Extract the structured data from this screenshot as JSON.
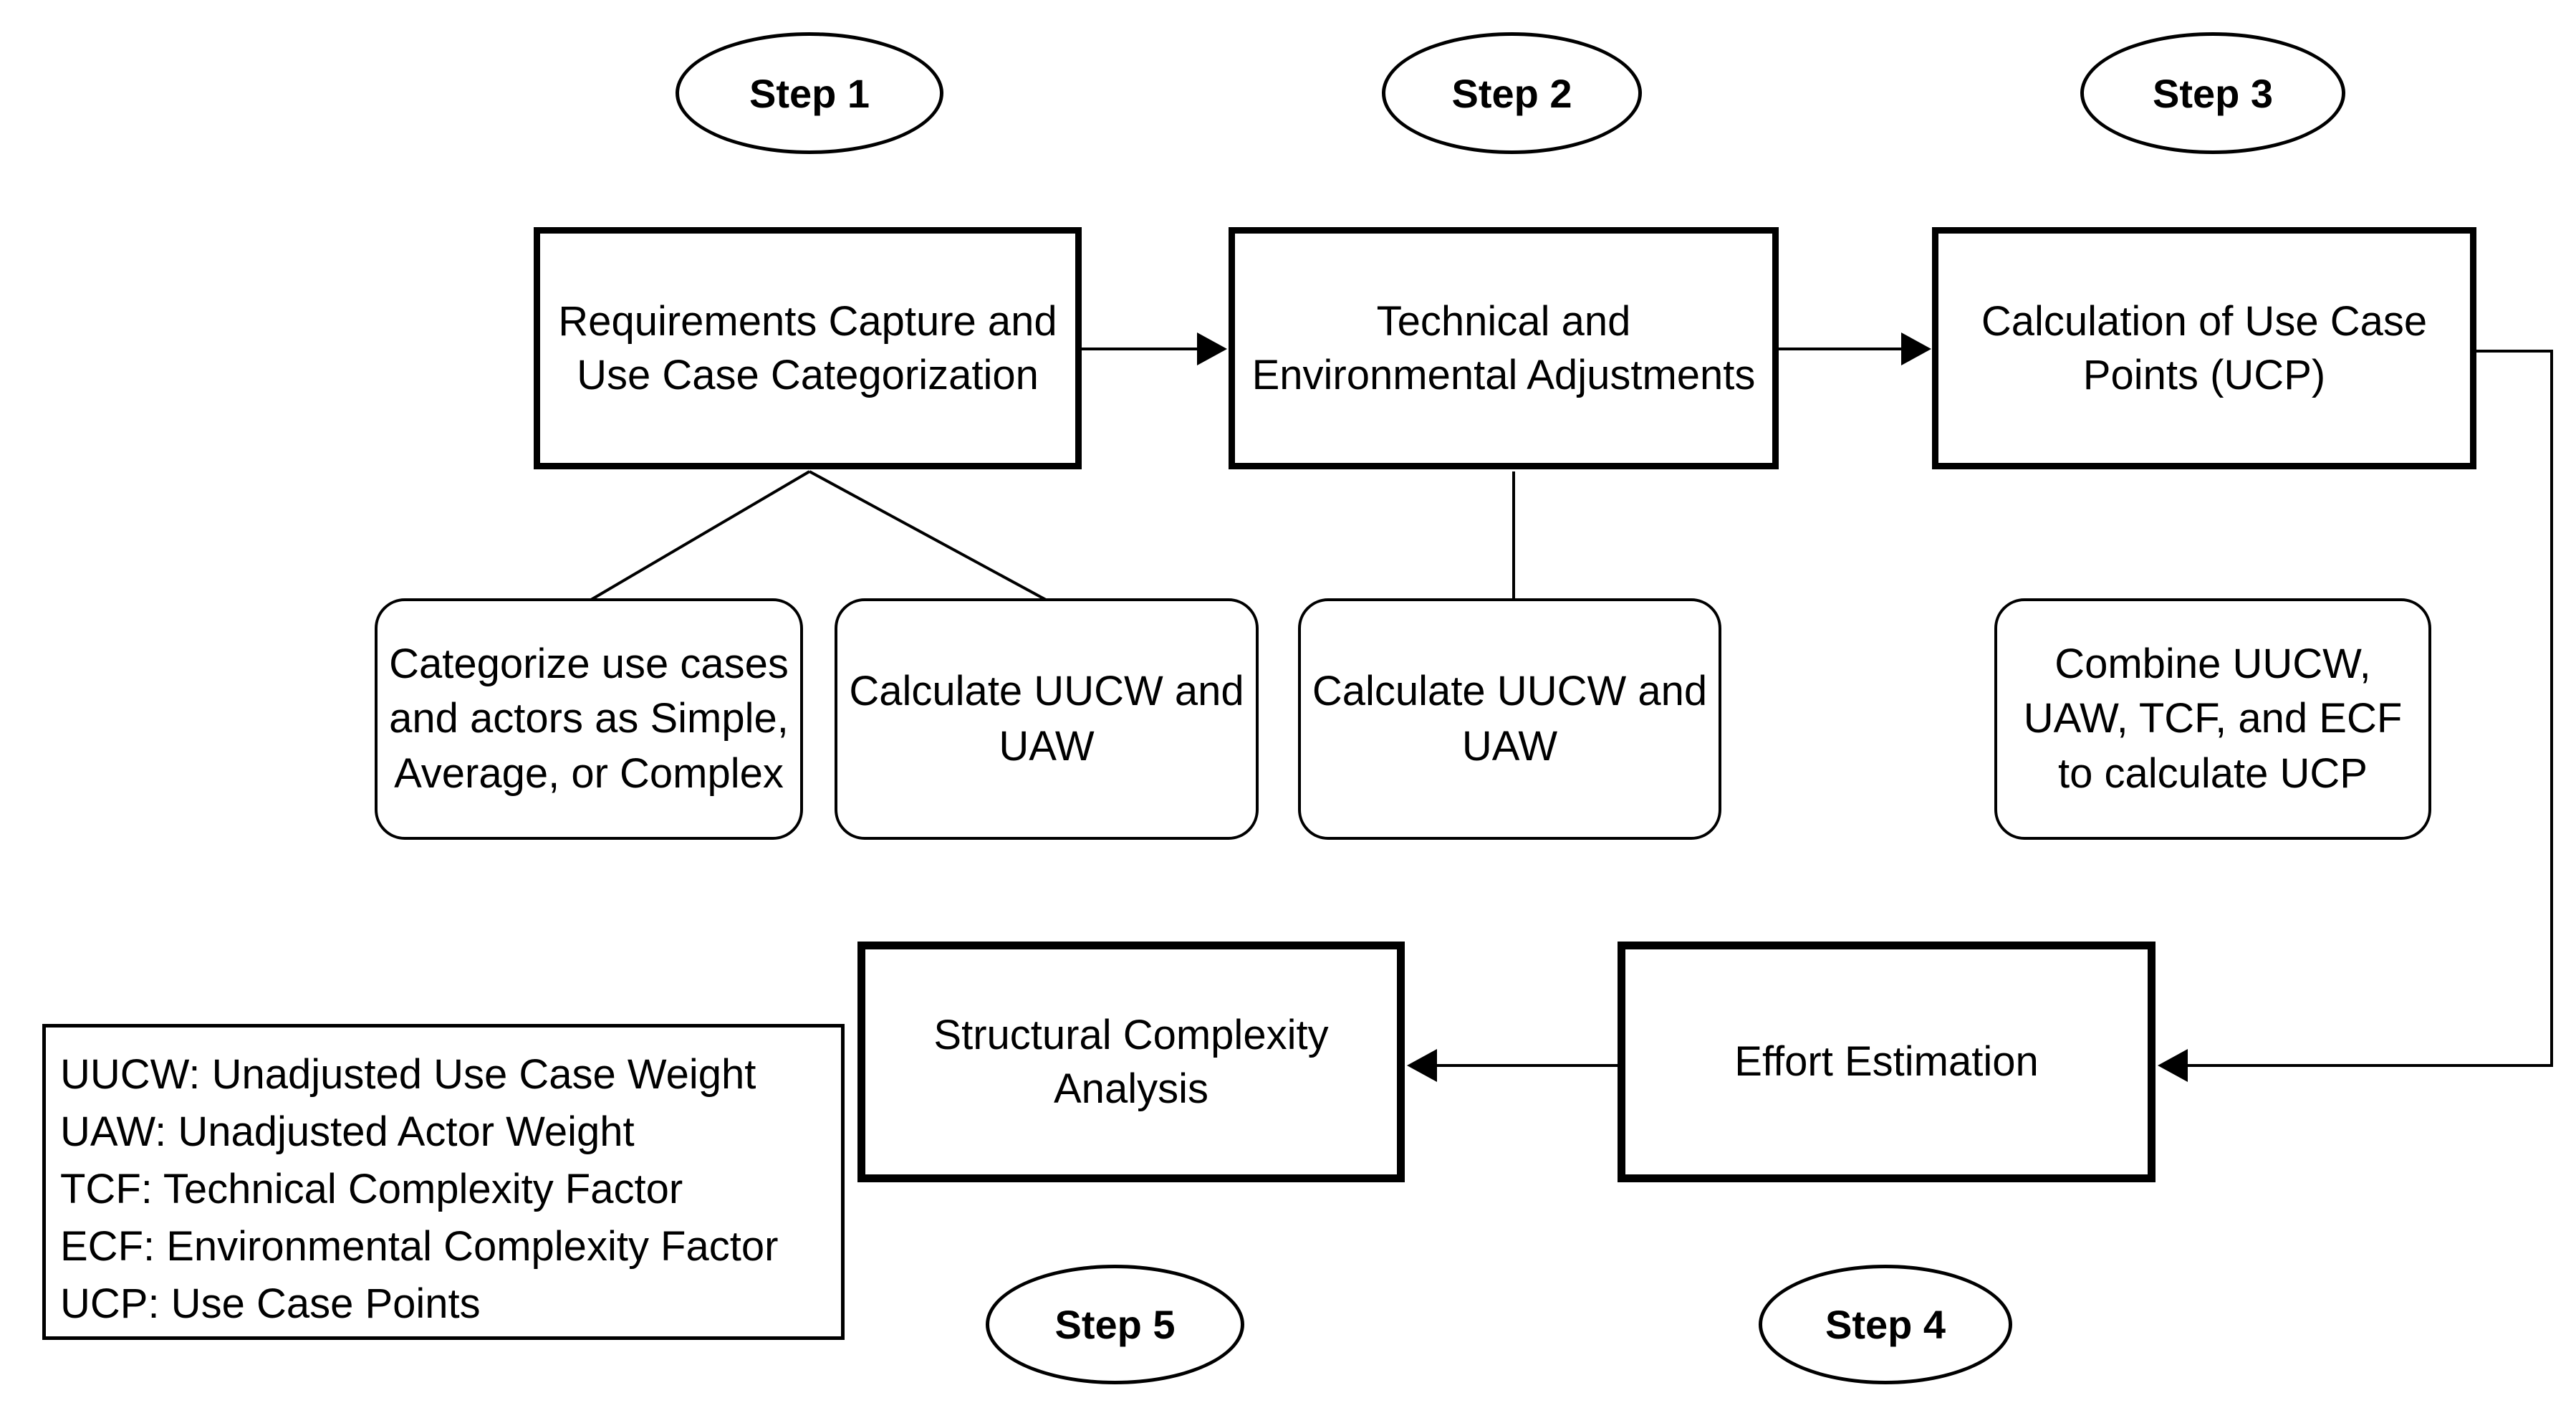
{
  "diagram_title": "",
  "colors": {
    "ink": "#000000",
    "background": "#ffffff"
  },
  "steps": [
    {
      "label": "Step 1"
    },
    {
      "label": "Step 2"
    },
    {
      "label": "Step 3"
    },
    {
      "label": "Step 4"
    },
    {
      "label": "Step 5"
    }
  ],
  "nodes": {
    "requirements": {
      "lines": [
        "Requirements Capture and",
        "Use Case Categorization"
      ]
    },
    "technical": {
      "lines": [
        "Technical and",
        "Environmental Adjustments"
      ]
    },
    "ucp_calculation": {
      "lines": [
        "Calculation of Use Case",
        "Points (UCP)"
      ]
    },
    "categorize": {
      "lines": [
        "Categorize use cases",
        "and actors as Simple,",
        "Average, or Complex"
      ]
    },
    "calc_uucw_1": {
      "lines": [
        "Calculate UUCW and",
        "UAW"
      ]
    },
    "calc_uucw_2": {
      "lines": [
        "Calculate UUCW and",
        "UAW"
      ]
    },
    "combine": {
      "lines": [
        "Combine UUCW,",
        "UAW, TCF, and ECF",
        "to calculate UCP"
      ]
    },
    "structural": {
      "lines": [
        "Structural Complexity",
        "Analysis"
      ]
    },
    "effort": {
      "lines": [
        "Effort Estimation"
      ]
    }
  },
  "legend": {
    "lines": [
      "UUCW: Unadjusted Use Case Weight",
      "UAW: Unadjusted Actor Weight",
      "TCF: Technical Complexity Factor",
      "ECF: Environmental Complexity Factor",
      "UCP: Use Case Points"
    ]
  },
  "edges": [
    {
      "from": "requirements-capture-box",
      "to": "technical-adjustments-box",
      "style": "arrow"
    },
    {
      "from": "technical-adjustments-box",
      "to": "ucp-calculation-box",
      "style": "arrow"
    },
    {
      "from": "ucp-calculation-box",
      "to": "effort-estimation-box",
      "style": "arrow-routed-right"
    },
    {
      "from": "effort-estimation-box",
      "to": "structural-complexity-box",
      "style": "arrow"
    },
    {
      "from": "requirements-capture-box",
      "to": "categorize-use-cases-box",
      "style": "line"
    },
    {
      "from": "requirements-capture-box",
      "to": "calculate-uucw-uaw-box-1",
      "style": "line"
    },
    {
      "from": "technical-adjustments-box",
      "to": "calculate-uucw-uaw-box-2",
      "style": "line"
    }
  ]
}
